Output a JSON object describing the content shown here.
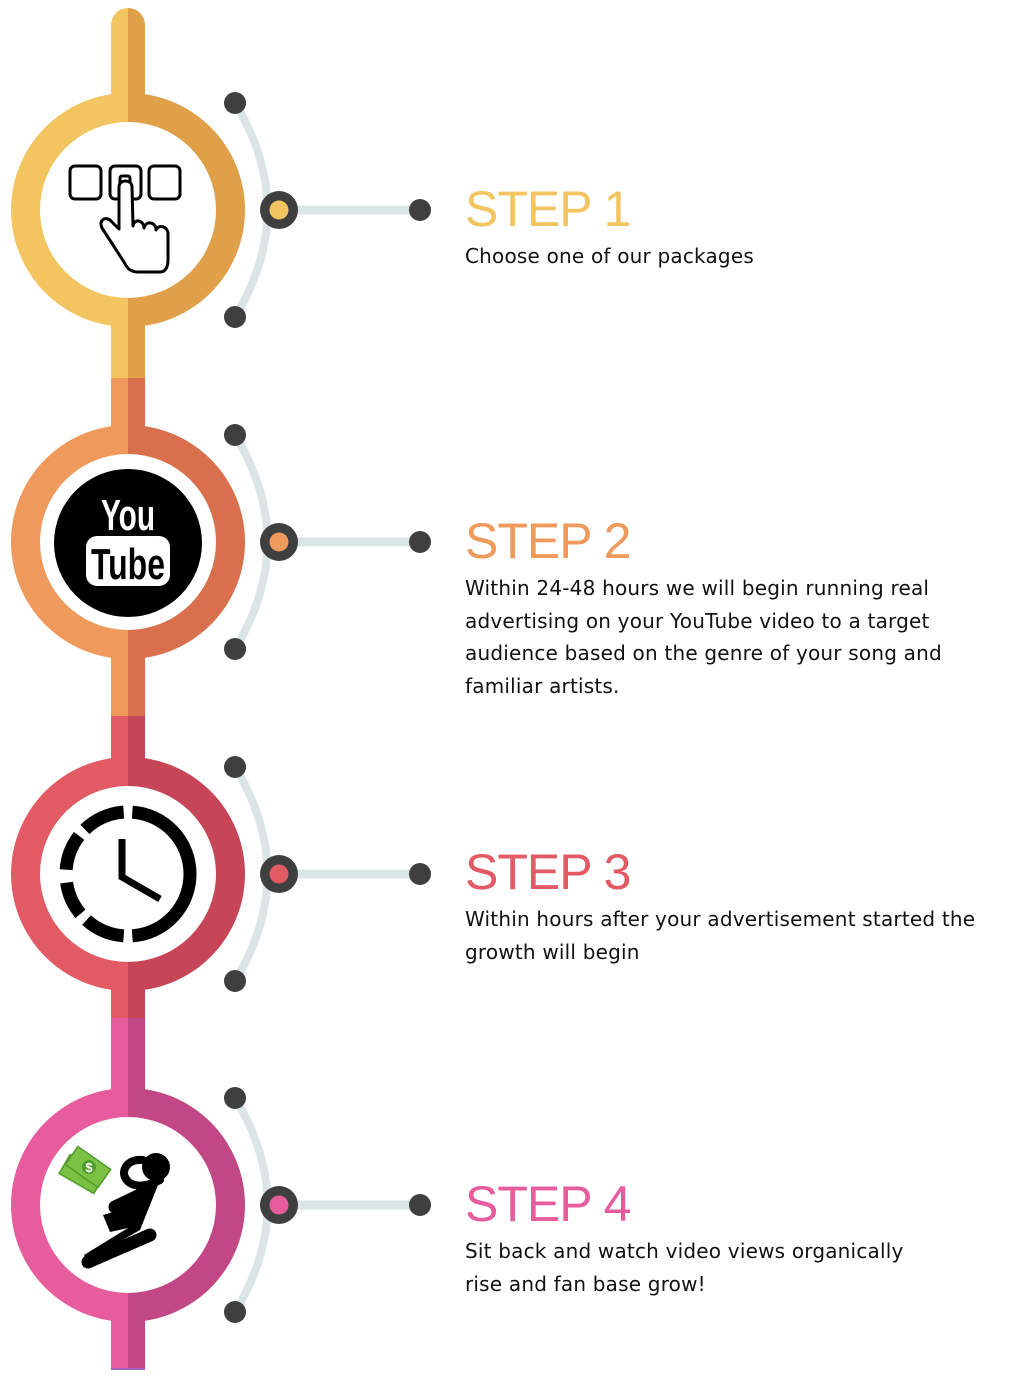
{
  "steps": [
    {
      "title": "STEP 1",
      "description_lines": [
        "Choose one of our packages"
      ],
      "icon": "hand-pressing-button-icon",
      "colors": {
        "light": "#F3C561",
        "dark": "#E0A04A",
        "accent": "#F3C561"
      }
    },
    {
      "title": "STEP 2",
      "description_lines": [
        "Within 24-48 hours we will begin running real",
        "advertising on your YouTube video to a target",
        "audience based on the genre of your song and",
        "familiar artists."
      ],
      "icon": "youtube-logo-icon",
      "icon_text_top": "You",
      "icon_text_bottom": "Tube",
      "colors": {
        "light": "#EF9A5C",
        "dark": "#D8704D",
        "accent": "#EF9A5C"
      }
    },
    {
      "title": "STEP 3",
      "description_lines": [
        "Within hours after your advertisement started the",
        "growth will begin"
      ],
      "icon": "clock-icon",
      "colors": {
        "light": "#E25A64",
        "dark": "#C64556",
        "accent": "#E25A64"
      }
    },
    {
      "title": "STEP 4",
      "description_lines": [
        "Sit back and watch video views organically",
        "rise and fan base grow!"
      ],
      "icon": "relaxing-person-with-money-icon",
      "colors": {
        "light": "#E65C9C",
        "dark": "#C14885",
        "accent": "#E65C9C"
      }
    }
  ],
  "connector_colors": {
    "arc": "#DCE5E5",
    "dot": "#3F3F3F"
  },
  "money_colors": {
    "bill": "#7CC144",
    "bill_dark": "#4E9A2A"
  }
}
